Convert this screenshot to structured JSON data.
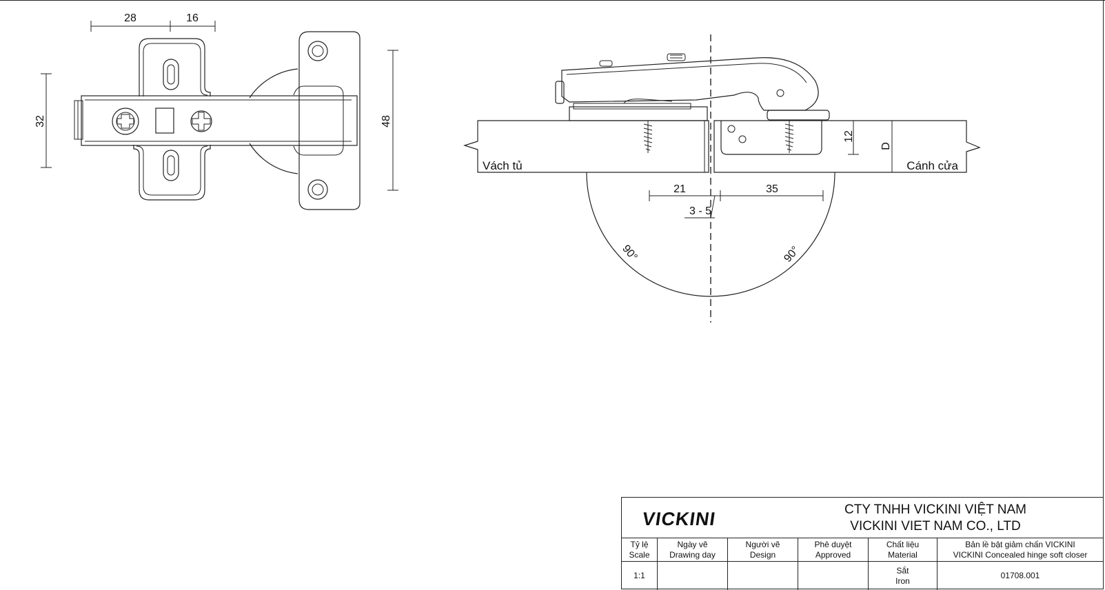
{
  "dimensions": {
    "plan_width_a": "28",
    "plan_width_b": "16",
    "plan_height_left": "32",
    "plan_height_right": "48",
    "offset_left": "21",
    "offset_right": "35",
    "gap_range": "3 - 5",
    "cup_depth": "12",
    "door_thickness": "D",
    "angle_left": "90°",
    "angle_right": "90°"
  },
  "labels": {
    "cabinet_side": "Vách tủ",
    "door": "Cánh cửa"
  },
  "title_block": {
    "logo": "VICKINI",
    "company_vn": "CTY TNHH VICKINI VIỆT NAM",
    "company_en": "VICKINI VIET NAM CO., LTD",
    "headers": {
      "scale_vn": "Tỷ lệ",
      "scale_en": "Scale",
      "date_vn": "Ngày vẽ",
      "date_en": "Drawing day",
      "designer_vn": "Người vẽ",
      "designer_en": "Design",
      "approved_vn": "Phê duyệt",
      "approved_en": "Approved",
      "material_vn": "Chất liệu",
      "material_en": "Material",
      "product_vn": "Bản lề bật giảm chấn VICKINI",
      "product_en": "VICKINI Concealed hinge soft closer"
    },
    "values": {
      "scale": "1:1",
      "date": "",
      "designer": "",
      "approved": "",
      "material_vn": "Sắt",
      "material_en": "Iron",
      "code": "01708.001"
    }
  }
}
